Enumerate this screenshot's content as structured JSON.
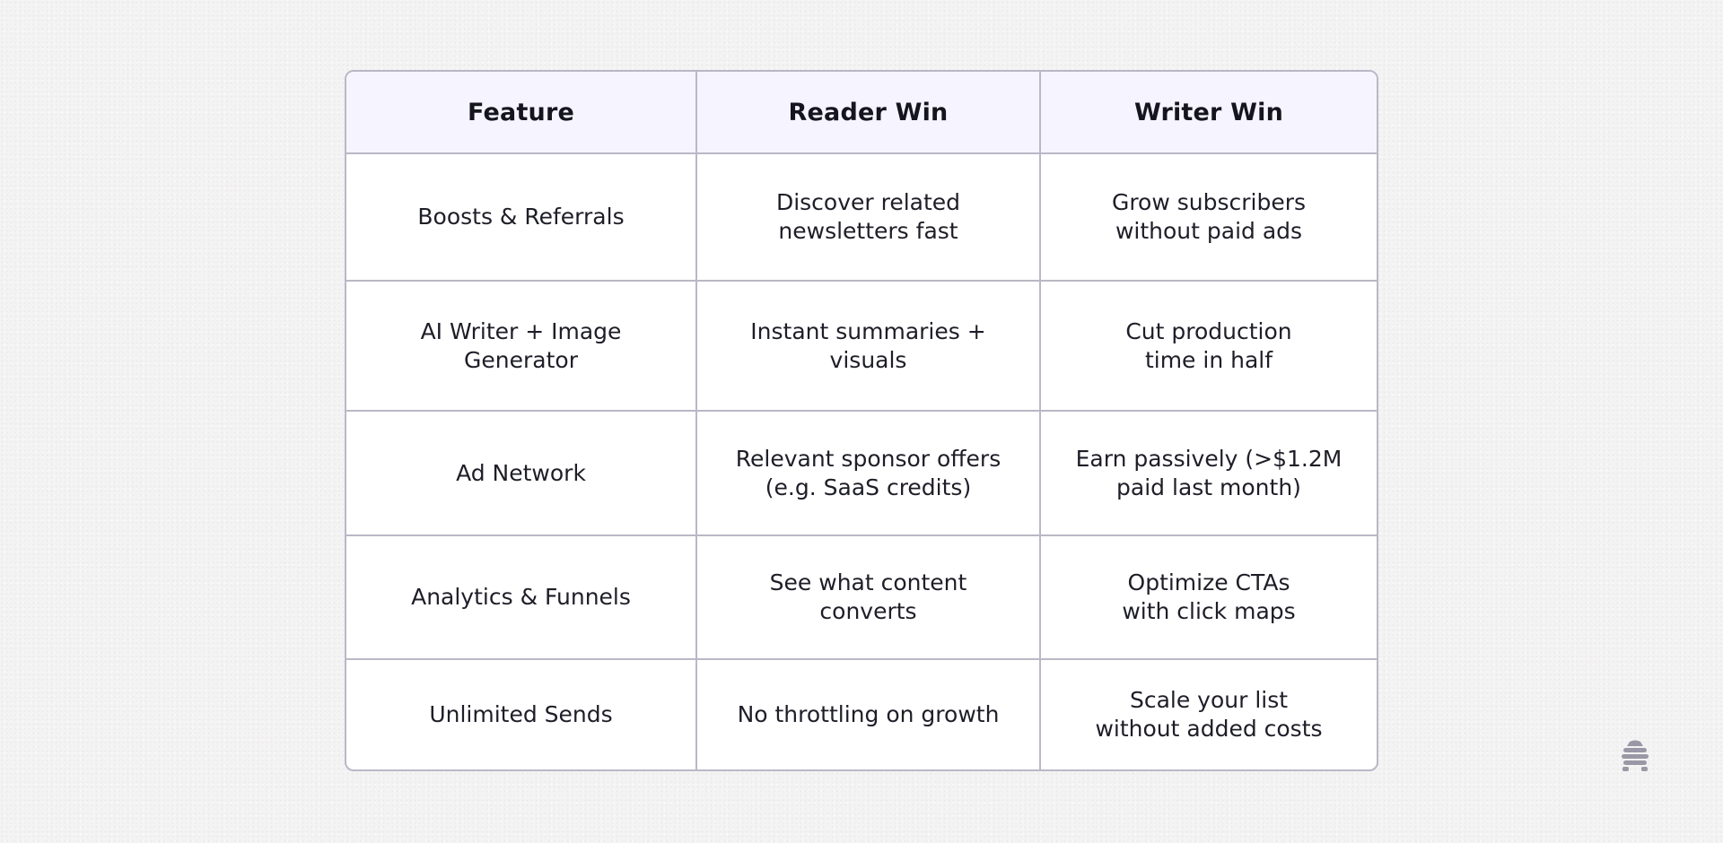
{
  "table": {
    "headers": [
      "Feature",
      "Reader Win",
      "Writer Win"
    ],
    "rows": [
      [
        "Boosts & Referrals",
        "Discover related\nnewsletters fast",
        "Grow subscribers\nwithout paid ads"
      ],
      [
        "AI Writer + Image\nGenerator",
        "Instant summaries +\nvisuals",
        "Cut production\ntime in half"
      ],
      [
        "Ad Network",
        "Relevant sponsor offers\n(e.g. SaaS credits)",
        "Earn passively (>$1.2M\npaid last month)"
      ],
      [
        "Analytics & Funnels",
        "See what content\nconverts",
        "Optimize CTAs\nwith click maps"
      ],
      [
        "Unlimited Sends",
        "No throttling on growth",
        "Scale your list\nwithout added costs"
      ]
    ]
  },
  "logo": {
    "icon": "beehive-icon",
    "color": "#9a98a6"
  },
  "colors": {
    "header_bg": "#f6f4ff",
    "border": "#b9b8c6",
    "text": "#1e1e28"
  }
}
